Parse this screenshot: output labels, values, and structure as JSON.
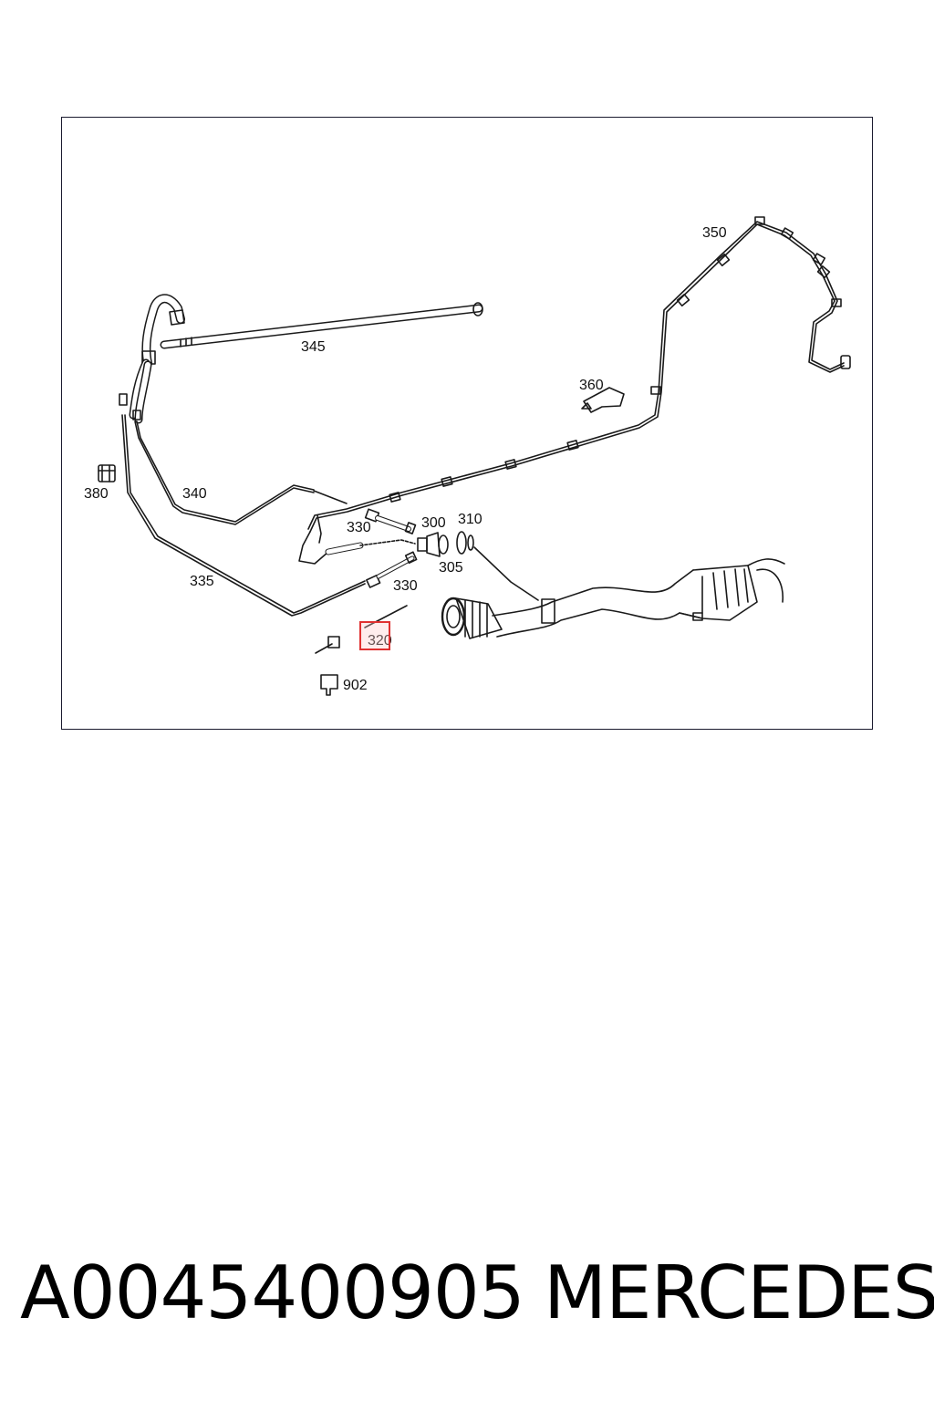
{
  "diagram": {
    "labels": {
      "l350": "350",
      "l345": "345",
      "l360": "360",
      "l340": "340",
      "l380": "380",
      "l330a": "330",
      "l300": "300",
      "l310": "310",
      "l305": "305",
      "l335": "335",
      "l330b": "330",
      "l320": "320",
      "l902": "902"
    },
    "highlighted_part": "320",
    "colors": {
      "line": "#1a1a1a",
      "highlight": "#e03030"
    }
  },
  "footer": {
    "part_number": "A0045400905",
    "brand": "MERCEDES"
  }
}
